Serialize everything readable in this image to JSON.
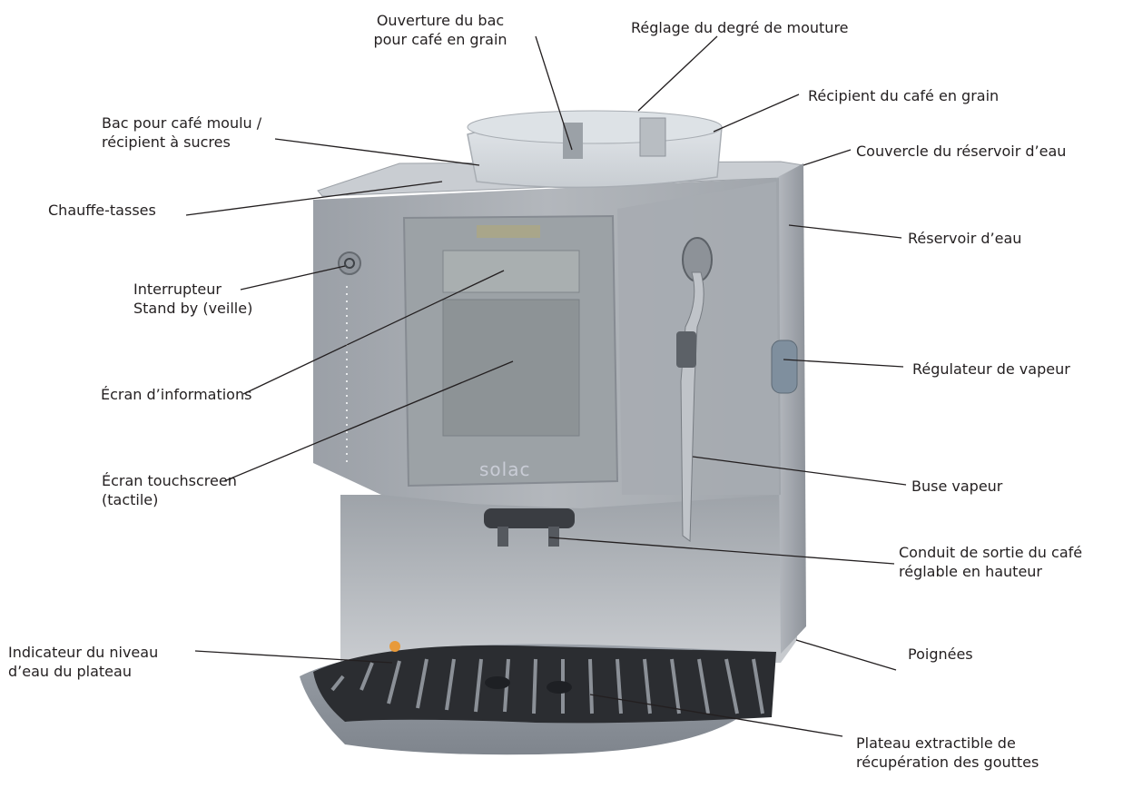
{
  "colors": {
    "ink": "#231f20",
    "body": "#a3a8ae",
    "body_dark": "#7e838a",
    "steel": "#b4b8bd",
    "tray": "#8a9099",
    "grate": "#2b2d31",
    "screen": "#9fa5a3",
    "indicator": "#e89a3a"
  },
  "diagram": {
    "labels": [
      {
        "id": "ouverture-bac",
        "text": "Ouverture du bac\npour café en grain"
      },
      {
        "id": "reglage-mouture",
        "text": "Réglage du degré de mouture"
      },
      {
        "id": "recipient-grain",
        "text": "Récipient du café en grain"
      },
      {
        "id": "bac-cafe-moulu",
        "text": "Bac pour café moulu /\nrécipient à sucres"
      },
      {
        "id": "couvercle-reservoir",
        "text": "Couvercle du réservoir d’eau"
      },
      {
        "id": "chauffe-tasses",
        "text": "Chauffe-tasses"
      },
      {
        "id": "reservoir-eau",
        "text": "Réservoir d’eau"
      },
      {
        "id": "interrupteur",
        "text": "Interrupteur\nStand by (veille)"
      },
      {
        "id": "regulateur-vapeur",
        "text": "Régulateur de vapeur"
      },
      {
        "id": "ecran-informations",
        "text": "Écran d’informations"
      },
      {
        "id": "ecran-touchscreen",
        "text": "Écran touchscreen\n(tactile)"
      },
      {
        "id": "buse-vapeur",
        "text": "Buse vapeur"
      },
      {
        "id": "conduit-sortie",
        "text": "Conduit de sortie du café\nréglable en hauteur"
      },
      {
        "id": "poignees",
        "text": "Poignées"
      },
      {
        "id": "indicateur-niveau",
        "text": "Indicateur du niveau\nd’eau du plateau"
      },
      {
        "id": "plateau-extractible",
        "text": "Plateau extractible de\nrécupération des gouttes"
      }
    ],
    "brand": "solac"
  }
}
